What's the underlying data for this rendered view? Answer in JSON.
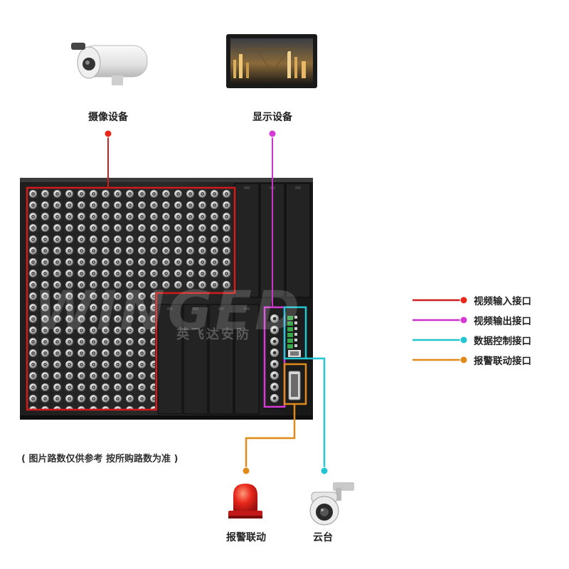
{
  "devices": {
    "camera_label": "摄像设备",
    "display_label": "显示设备",
    "alarm_label": "报警联动",
    "ptz_label": "云台"
  },
  "chassis": {
    "watermark_logo": "WINGED",
    "watermark_text": "英飞达安防"
  },
  "legend": [
    {
      "label": "视频输入接口",
      "color": "#cc1f1f"
    },
    {
      "label": "视频输出接口",
      "color": "#cc33cc"
    },
    {
      "label": "数据控制接口",
      "color": "#22c5d0"
    },
    {
      "label": "报警联动接口",
      "color": "#e08a1a"
    }
  ],
  "note": "( 图片路数仅供参考 按所购路数为准 )"
}
